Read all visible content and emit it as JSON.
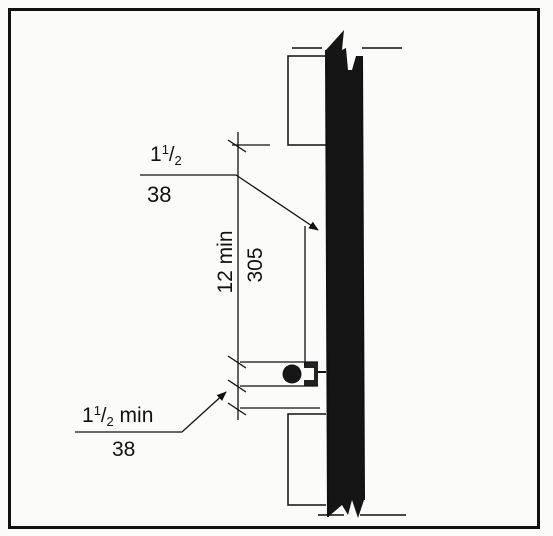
{
  "diagram": {
    "upper_dimension": {
      "whole": "1",
      "numerator": "1",
      "denominator": "2",
      "metric": "38"
    },
    "vertical_dimension": {
      "imperial": "12 min",
      "metric": "305"
    },
    "lower_dimension": {
      "whole": "1",
      "numerator": "1",
      "denominator": "2",
      "suffix": " min",
      "metric": "38"
    }
  }
}
